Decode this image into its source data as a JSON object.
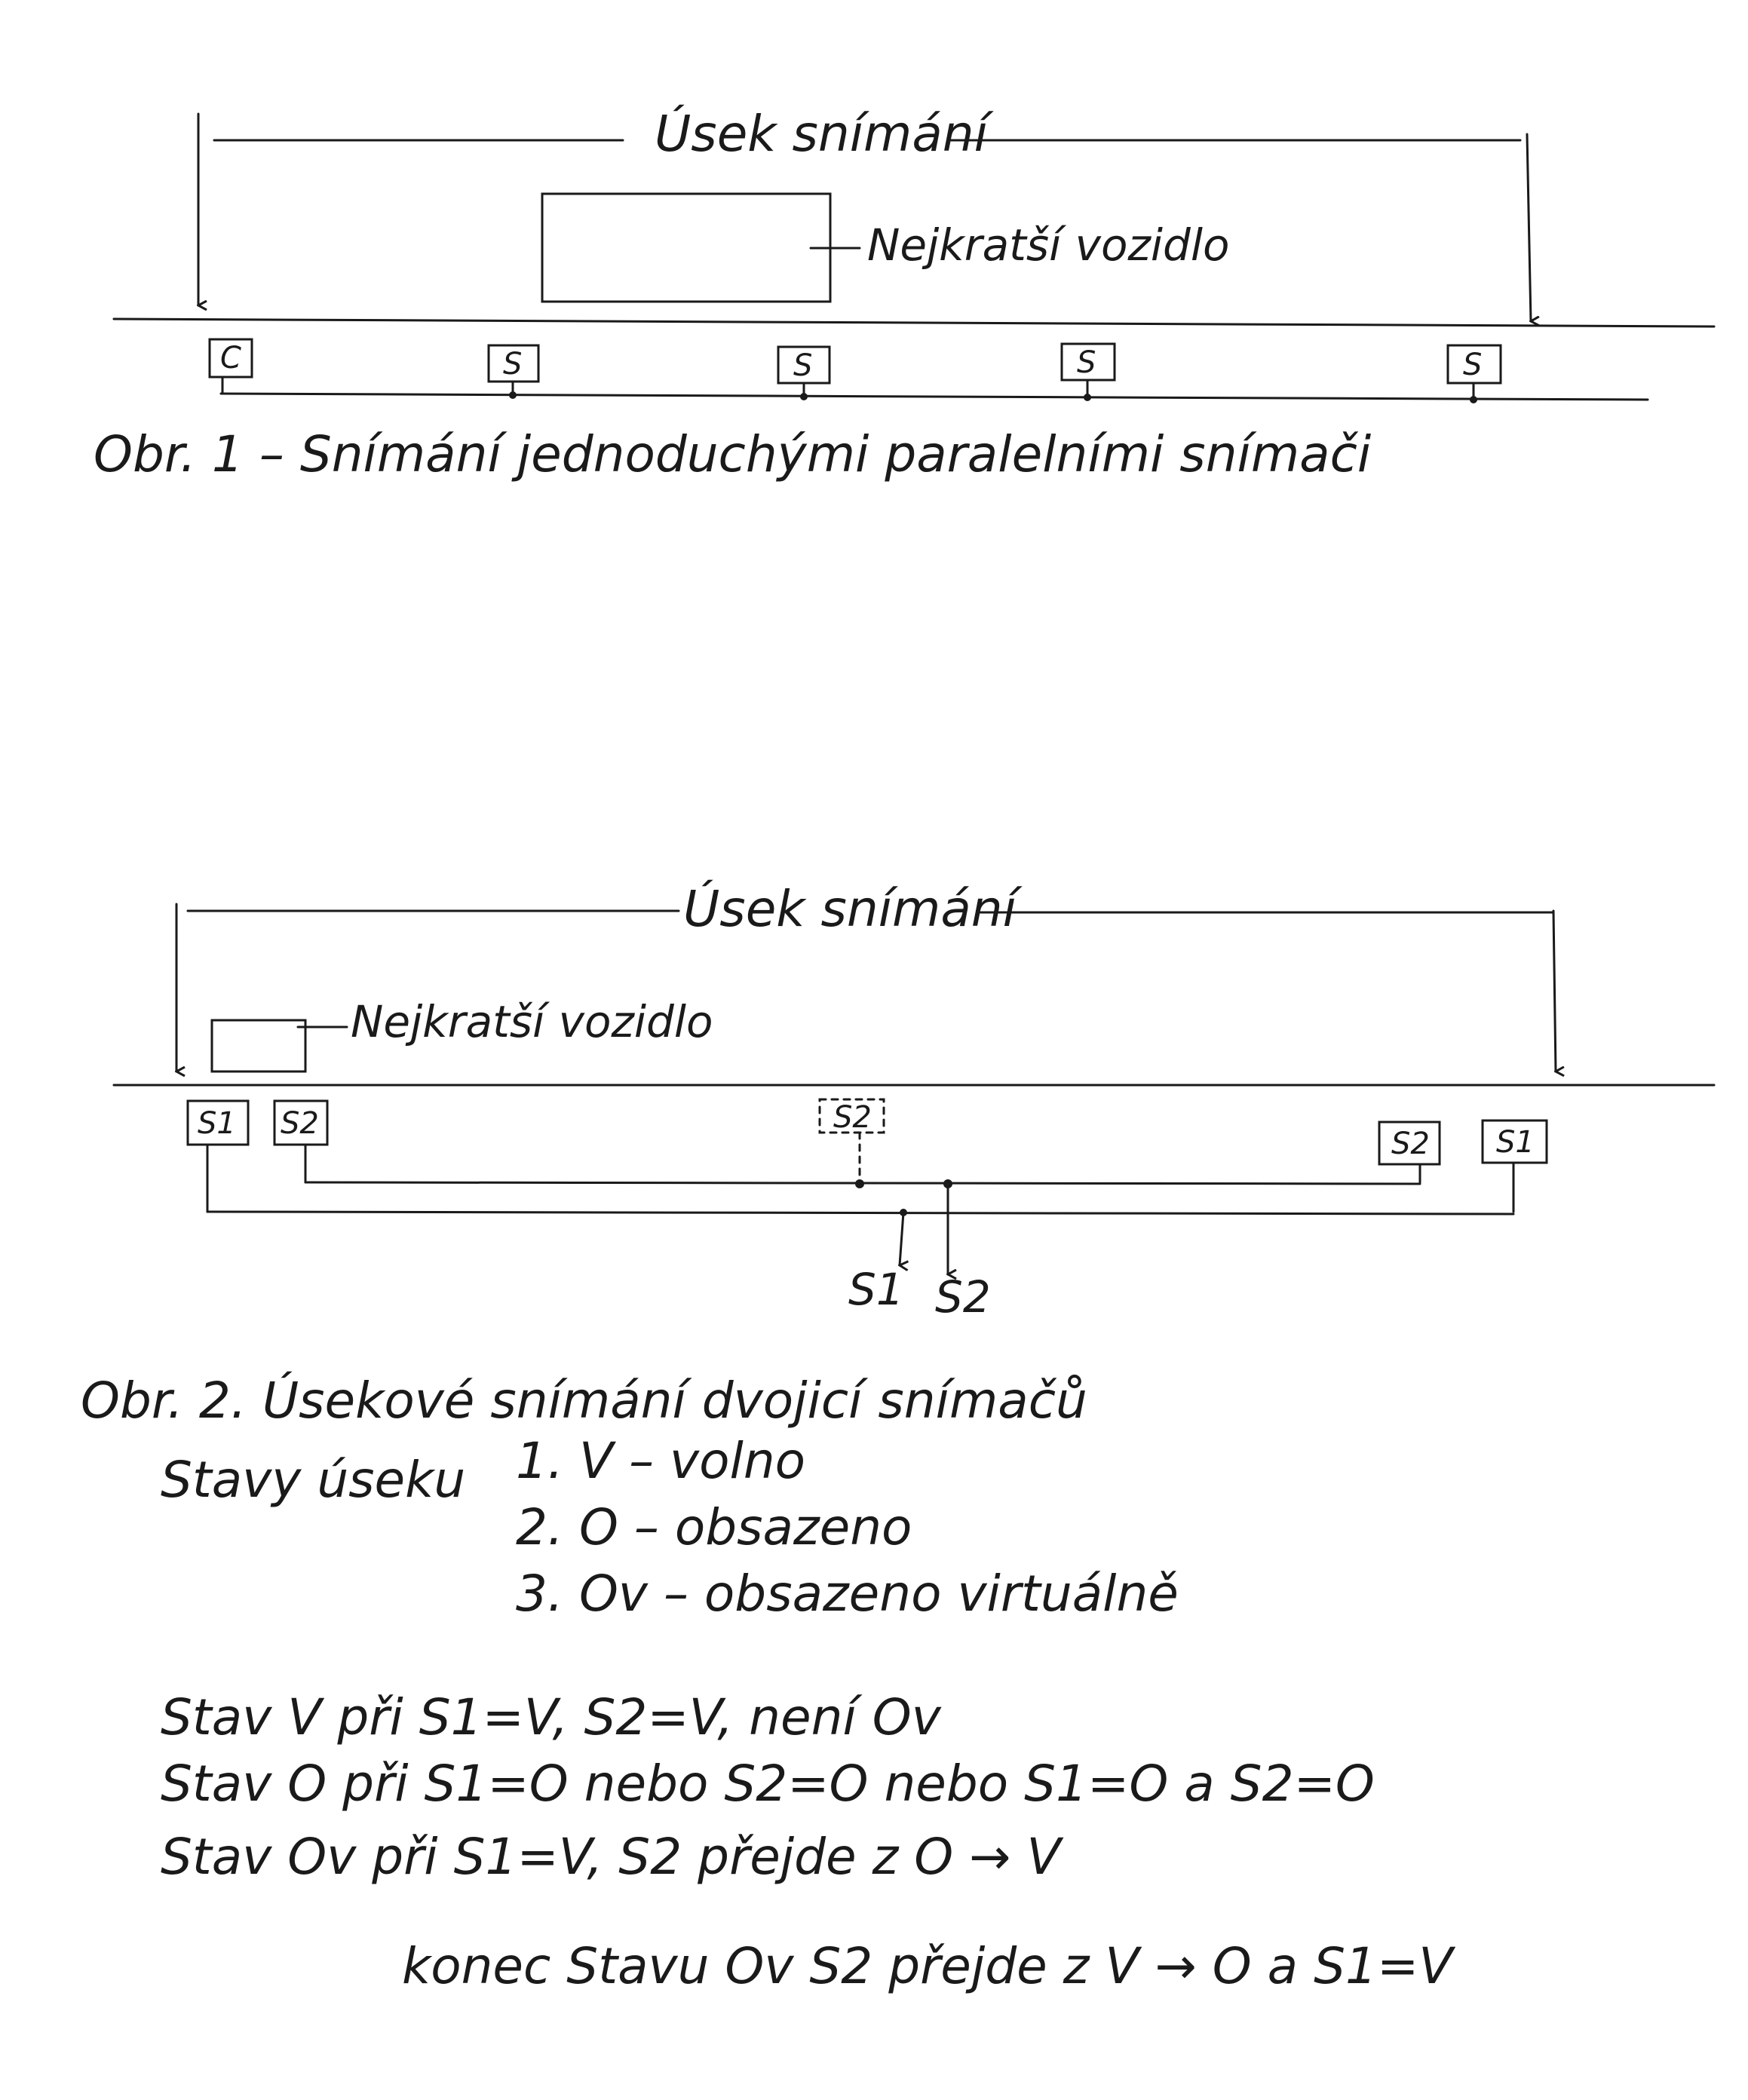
{
  "figure1": {
    "span_label": "Úsek snímání",
    "vehicle_label": "Nejkratší vozidlo",
    "sensors": [
      "C",
      "S",
      "S",
      "S",
      "S"
    ],
    "caption": "Obr. 1 – Snímání jednoduchými paralelními snímači"
  },
  "figure2": {
    "span_label": "Úsek snímání",
    "vehicle_label": "Nejkratší vozidlo",
    "sensors": [
      "S1",
      "S2",
      "S2",
      "S2",
      "S1"
    ],
    "outputs": [
      "S1",
      "S2"
    ],
    "caption": "Obr. 2. Úsekové snímání dvojicí snímačů"
  },
  "states": {
    "heading": "Stavy úseku",
    "items": [
      "1. V – volno",
      "2. O – obsazeno",
      "3. Ov – obsazeno virtuálně"
    ]
  },
  "rules": [
    "Stav V při S1=V, S2=V, není Ov",
    "Stav O při S1=O nebo S2=O nebo S1=O a S2=O",
    "Stav Ov při S1=V, S2 přejde z O → V",
    "konec Stavu Ov S2 přejde z V → O a S1=V"
  ]
}
